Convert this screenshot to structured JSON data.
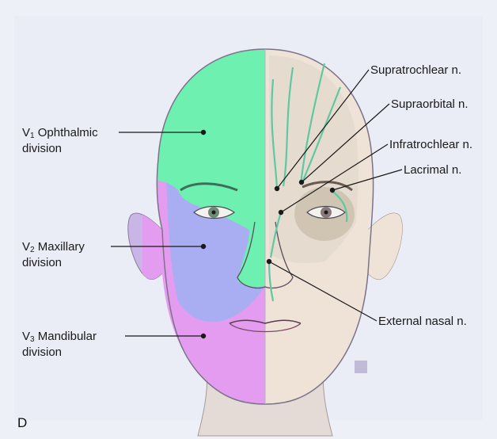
{
  "figure": {
    "panel_letter": "D",
    "zones": {
      "v1": {
        "prefix": "V",
        "sub": "1",
        "name": "Ophthalmic",
        "line2": "division",
        "color": "#6ef0b0"
      },
      "v2": {
        "prefix": "V",
        "sub": "2",
        "name": "Maxillary",
        "line2": "division",
        "color": "#a9aef2"
      },
      "v3": {
        "prefix": "V",
        "sub": "3",
        "name": "Mandibular",
        "line2": "division",
        "color": "#e49cf0"
      }
    },
    "nerves": [
      {
        "id": "supratrochlear",
        "label": "Supratrochlear n."
      },
      {
        "id": "supraorbital",
        "label": "Supraorbital n."
      },
      {
        "id": "infratrochlear",
        "label": "Infratrochlear n."
      },
      {
        "id": "lacrimal",
        "label": "Lacrimal n."
      },
      {
        "id": "external-nasal",
        "label": "External nasal n."
      }
    ],
    "nerve_color": "#5fc8a0",
    "skin_color": "#efe3d8",
    "background_color": "#eef0f8"
  }
}
